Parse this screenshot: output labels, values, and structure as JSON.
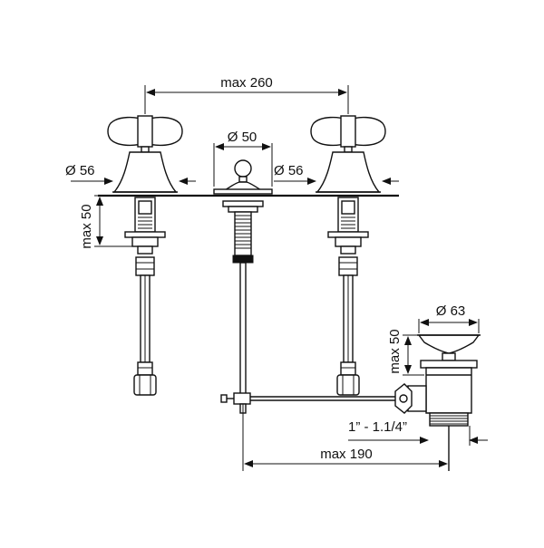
{
  "dimensions": {
    "width_total": "max 260",
    "spout_diameter": "Ø 50",
    "left_valve_diameter": "Ø 56",
    "right_valve_diameter": "Ø 56",
    "left_height": "max 50",
    "waste_diameter": "Ø 63",
    "waste_height": "max 50",
    "thread_size": "1” - 1.1/4”",
    "rod_length": "max 190"
  },
  "colors": {
    "line": "#111111",
    "background": "#ffffff"
  }
}
